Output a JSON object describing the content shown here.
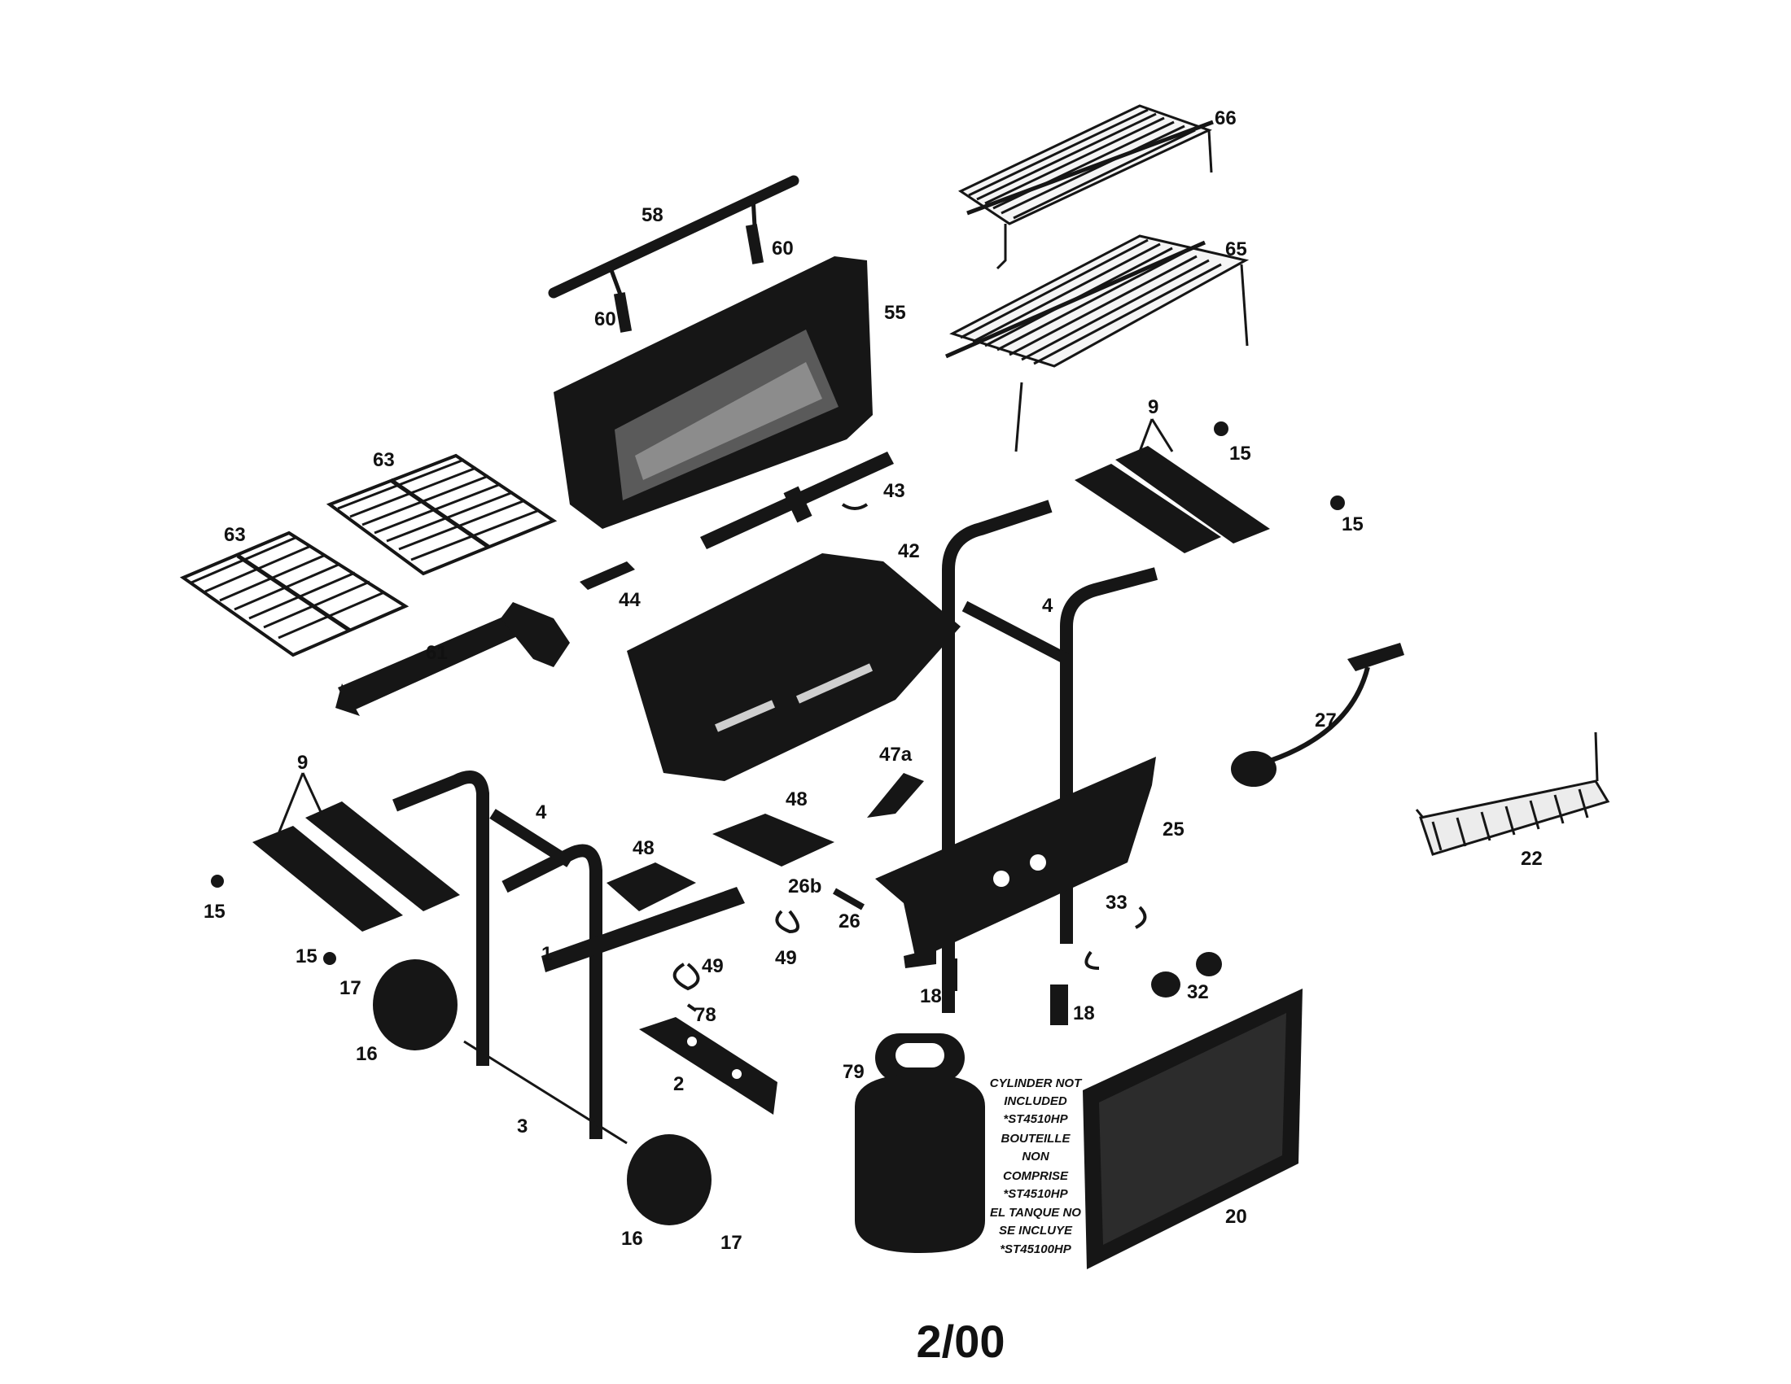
{
  "diagram": {
    "labels": {
      "l58": "58",
      "l60a": "60",
      "l60b": "60",
      "l55": "55",
      "l66": "66",
      "l65": "65",
      "l63a": "63",
      "l63b": "63",
      "l43": "43",
      "l42": "42",
      "l44": "44",
      "l61": "61",
      "l9a": "9",
      "l15a": "15",
      "l15b": "15",
      "l4a": "4",
      "l27": "27",
      "l47a": "47a",
      "l48a": "48",
      "l48b": "48",
      "l25": "25",
      "l22": "22",
      "l9b": "9",
      "l4b": "4",
      "l15c": "15",
      "l15d": "15",
      "l17a": "17",
      "l16a": "16",
      "l1": "1",
      "l49a": "49",
      "l49b": "49",
      "l26b": "26b",
      "l26": "26",
      "l33": "33",
      "l18a": "18",
      "l18b": "18",
      "l32": "32",
      "l78": "78",
      "l2": "2",
      "l3": "3",
      "l79": "79",
      "l20": "20",
      "l16b": "16",
      "l17b": "17"
    },
    "cylinder_note": [
      "CYLINDER NOT",
      "INCLUDED",
      "*ST4510HP",
      "BOUTEILLE",
      "NON",
      "COMPRISE",
      "*ST4510HP",
      "EL TANQUE NO",
      "SE INCLUYE",
      "*ST45100HP"
    ],
    "footer": "2/00"
  }
}
